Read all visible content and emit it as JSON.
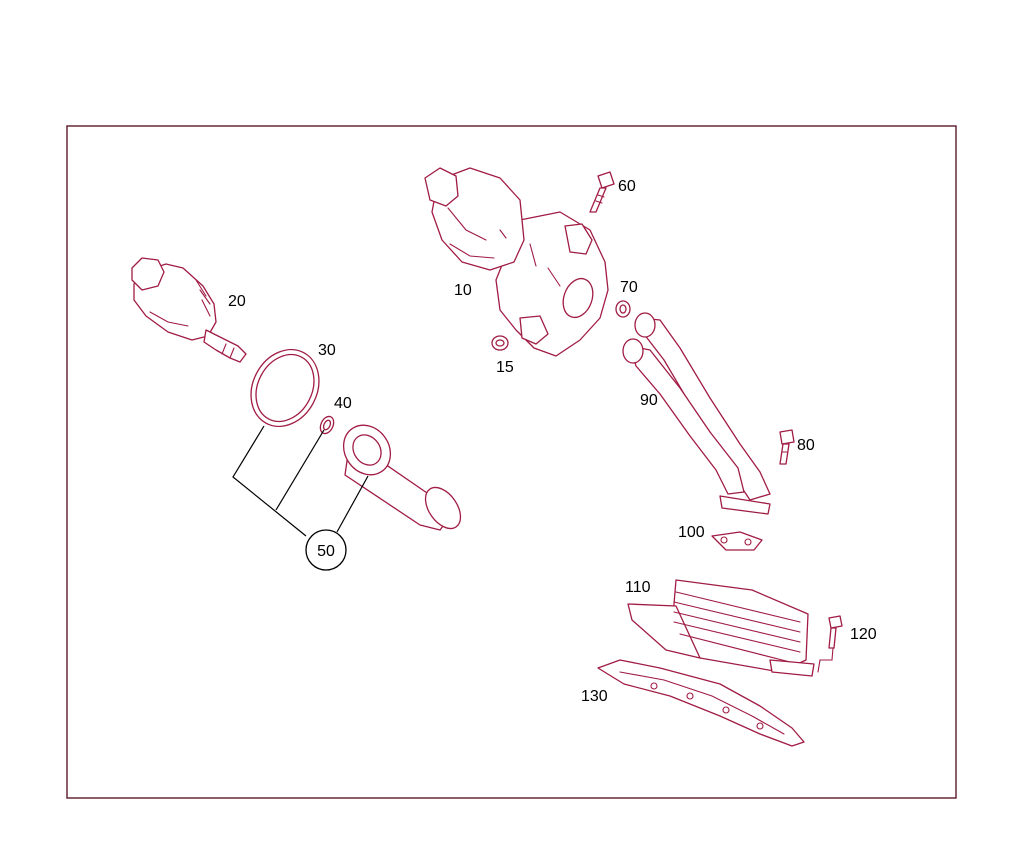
{
  "parts": [
    {
      "id": "housing",
      "number": "10"
    },
    {
      "id": "seal-small",
      "number": "15"
    },
    {
      "id": "filter-cap",
      "number": "20"
    },
    {
      "id": "o-ring-large",
      "number": "30"
    },
    {
      "id": "o-ring-small",
      "number": "40"
    },
    {
      "id": "filter-kit",
      "number": "50"
    },
    {
      "id": "bolt-upper",
      "number": "60"
    },
    {
      "id": "washer-ring",
      "number": "70"
    },
    {
      "id": "bolt-pipe",
      "number": "80"
    },
    {
      "id": "oil-pipe",
      "number": "90"
    },
    {
      "id": "pipe-gasket",
      "number": "100"
    },
    {
      "id": "oil-cooler",
      "number": "110"
    },
    {
      "id": "bolt-cooler",
      "number": "120"
    },
    {
      "id": "cooler-gasket",
      "number": "130"
    }
  ],
  "colors": {
    "line": "#a01c44",
    "frame": "#5a1a2a",
    "text": "#000000"
  }
}
